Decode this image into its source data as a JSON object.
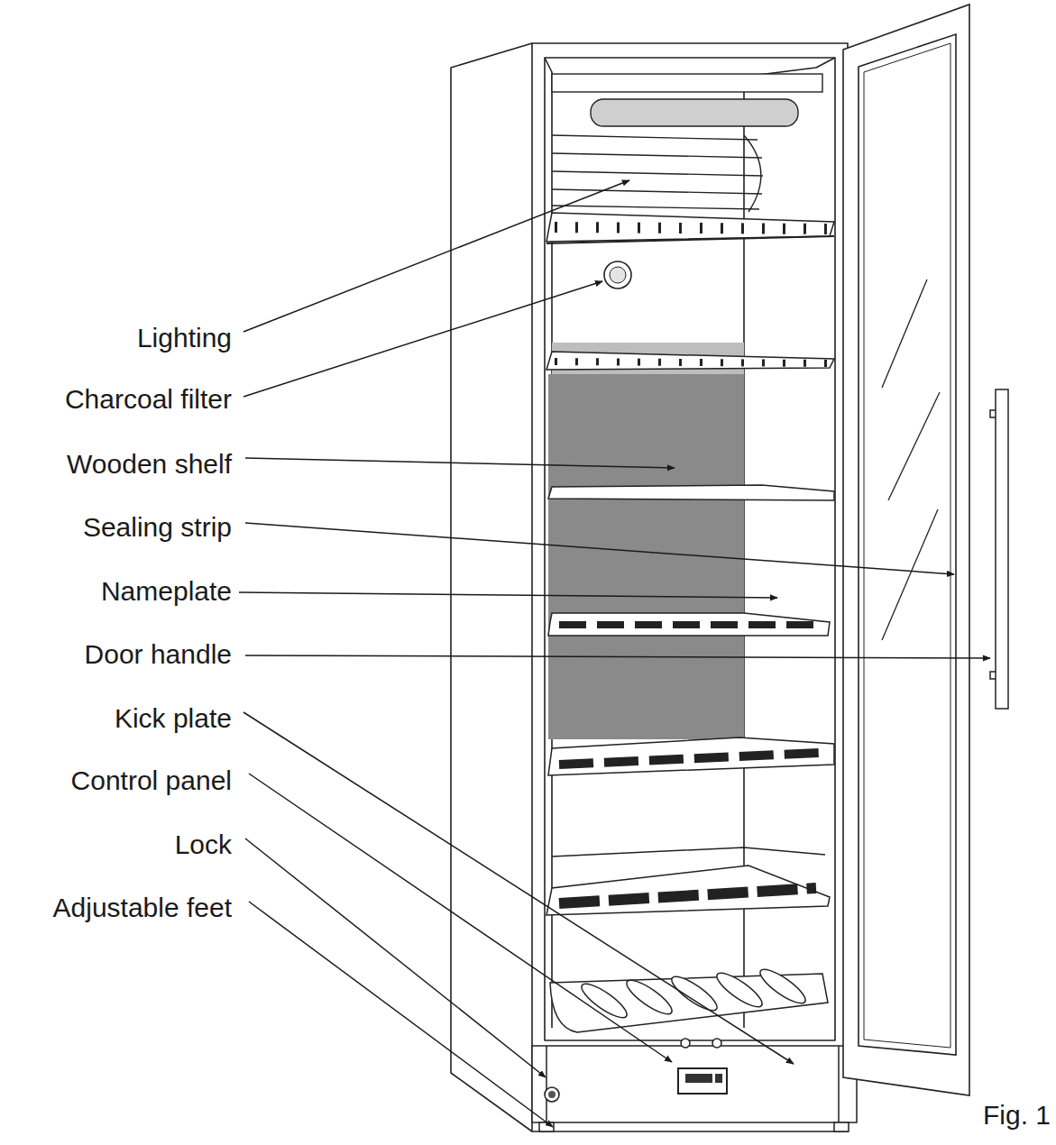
{
  "diagram": {
    "caption": "Fig. 1",
    "labels": [
      "Lighting",
      "Charcoal filter",
      "Wooden shelf",
      "Sealing strip",
      "Nameplate",
      "Door handle",
      "Kick plate",
      "Control panel",
      "Lock",
      "Adjustable feet"
    ]
  }
}
